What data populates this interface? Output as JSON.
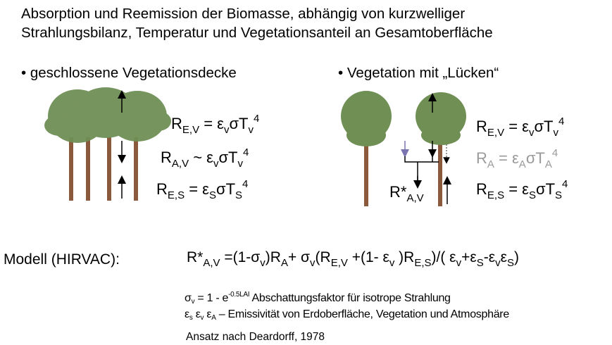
{
  "title": {
    "line1": "Absorption und Reemission der Biomasse, abhängig von kurzwelliger",
    "line2": "Strahlungsbilanz, Temperatur und Vegetationsanteil an Gesamtoberfläche"
  },
  "left": {
    "bullet": "• geschlossene Vegetationsdecke",
    "f1": [
      {
        "t": "R",
        "k": "n"
      },
      {
        "t": "E,V",
        "k": "sub"
      },
      {
        "t": " =  ε",
        "k": "n"
      },
      {
        "t": "v",
        "k": "sub"
      },
      {
        "t": "σT",
        "k": "n"
      },
      {
        "t": "v",
        "k": "sub"
      },
      {
        "t": "4",
        "k": "sup"
      }
    ],
    "f2": [
      {
        "t": "R",
        "k": "n"
      },
      {
        "t": "A,V",
        "k": "sub"
      },
      {
        "t": " ~  ε",
        "k": "n"
      },
      {
        "t": "v",
        "k": "sub"
      },
      {
        "t": "σT",
        "k": "n"
      },
      {
        "t": "v",
        "k": "sub"
      },
      {
        "t": "4",
        "k": "sup"
      }
    ],
    "f3": [
      {
        "t": "R",
        "k": "n"
      },
      {
        "t": "E,S",
        "k": "sub"
      },
      {
        "t": " =  ε",
        "k": "n"
      },
      {
        "t": "S",
        "k": "sub"
      },
      {
        "t": "σT",
        "k": "n"
      },
      {
        "t": "S",
        "k": "sub"
      },
      {
        "t": "4",
        "k": "sup"
      }
    ]
  },
  "right": {
    "bullet": "• Vegetation mit „Lücken“",
    "rstar": [
      {
        "t": "R*",
        "k": "n"
      },
      {
        "t": "A,V",
        "k": "sub"
      }
    ],
    "f1": [
      {
        "t": "R",
        "k": "n"
      },
      {
        "t": "E,V",
        "k": "sub"
      },
      {
        "t": " =  ε",
        "k": "n"
      },
      {
        "t": "v",
        "k": "sub"
      },
      {
        "t": "σT",
        "k": "n"
      },
      {
        "t": "v",
        "k": "sub"
      },
      {
        "t": "4",
        "k": "sup"
      }
    ],
    "f2": [
      {
        "t": "R",
        "k": "n"
      },
      {
        "t": "A",
        "k": "sub"
      },
      {
        "t": " =  ε",
        "k": "n"
      },
      {
        "t": "A",
        "k": "sub"
      },
      {
        "t": "σT",
        "k": "n"
      },
      {
        "t": "A",
        "k": "sub"
      },
      {
        "t": "4",
        "k": "sup"
      }
    ],
    "f3": [
      {
        "t": "R",
        "k": "n"
      },
      {
        "t": "E,S",
        "k": "sub"
      },
      {
        "t": " =  ε",
        "k": "n"
      },
      {
        "t": "S",
        "k": "sub"
      },
      {
        "t": "σT",
        "k": "n"
      },
      {
        "t": "S",
        "k": "sub"
      },
      {
        "t": "4",
        "k": "sup"
      }
    ]
  },
  "model": {
    "label": "Modell (HIRVAC):",
    "formula": [
      {
        "t": "R*",
        "k": "n"
      },
      {
        "t": "A,V",
        "k": "sub"
      },
      {
        "t": " =(1-σ",
        "k": "n"
      },
      {
        "t": "v",
        "k": "sub"
      },
      {
        "t": ")R",
        "k": "n"
      },
      {
        "t": "A",
        "k": "sub"
      },
      {
        "t": "+ σ",
        "k": "n"
      },
      {
        "t": "v",
        "k": "sub"
      },
      {
        "t": "(R",
        "k": "n"
      },
      {
        "t": "E,V",
        "k": "sub"
      },
      {
        "t": " +(1-  ε",
        "k": "n"
      },
      {
        "t": "v",
        "k": "sub"
      },
      {
        "t": " )R",
        "k": "n"
      },
      {
        "t": "E,S",
        "k": "sub"
      },
      {
        "t": ")/( ε",
        "k": "n"
      },
      {
        "t": "v",
        "k": "sub"
      },
      {
        "t": "+ε",
        "k": "n"
      },
      {
        "t": "S",
        "k": "sub"
      },
      {
        "t": "-ε",
        "k": "n"
      },
      {
        "t": "v",
        "k": "sub"
      },
      {
        "t": "ε",
        "k": "n"
      },
      {
        "t": "S",
        "k": "sub"
      },
      {
        "t": ")",
        "k": "n"
      }
    ]
  },
  "notes": {
    "sigma": [
      {
        "t": "σ",
        "k": "n"
      },
      {
        "t": "v",
        "k": "sub"
      },
      {
        "t": " = 1 - e",
        "k": "n"
      },
      {
        "t": "-0.5LAI",
        "k": "sup"
      },
      {
        "t": " Abschattungsfaktor für isotrope Strahlung",
        "k": "n"
      }
    ],
    "eps": [
      {
        "t": " ε",
        "k": "n"
      },
      {
        "t": "s",
        "k": "sub"
      },
      {
        "t": "  ε",
        "k": "n"
      },
      {
        "t": "v",
        "k": "sub"
      },
      {
        "t": "  ε",
        "k": "n"
      },
      {
        "t": "A",
        "k": "sub"
      },
      {
        "t": " – Emissivität von Erdoberfläche, Vegetation und Atmosphäre",
        "k": "n"
      }
    ],
    "source": "Ansatz nach Deardorff, 1978"
  },
  "colors": {
    "trunk": "#8b5a3c",
    "canopy": "#6f8f55",
    "gray_formula": "#9a9a9a",
    "purple_arrow": "#7a74b0"
  }
}
